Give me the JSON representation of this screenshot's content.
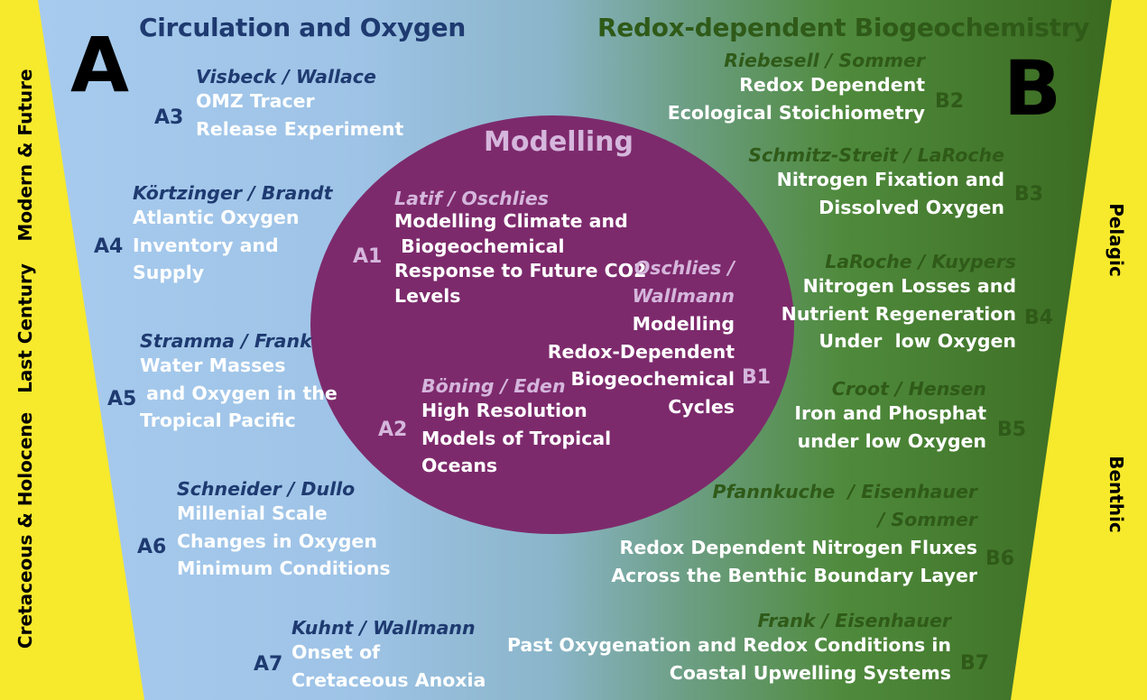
{
  "headers": {
    "left_title": "Circulation and Oxygen",
    "right_title": "Redox-dependent Biogeochemistry",
    "left_letter": "A",
    "right_letter": "B"
  },
  "left_axis": [
    "Modern & Future",
    "Last Century",
    "Cretaceous & Holocene"
  ],
  "right_axis": [
    "Pelagic",
    "Benthic"
  ],
  "modelling_title": "Modelling",
  "projects": {
    "A1": {
      "code": "A1",
      "authors": "Latif / Oschlies",
      "lines": [
        "Modelling Climate and",
        " Biogeochemical",
        "Response to Future CO2",
        "Levels"
      ]
    },
    "A2": {
      "code": "A2",
      "authors": "Böning / Eden",
      "lines": [
        "High Resolution",
        "Models of Tropical",
        "Oceans"
      ]
    },
    "A3": {
      "code": "A3",
      "authors": "Visbeck / Wallace",
      "lines": [
        "OMZ Tracer",
        "Release Experiment"
      ]
    },
    "A4": {
      "code": "A4",
      "authors": "Körtzinger / Brandt",
      "lines": [
        "Atlantic Oxygen",
        "Inventory and",
        "Supply"
      ]
    },
    "A5": {
      "code": "A5",
      "authors": "Stramma / Frank",
      "lines": [
        "Water Masses",
        " and Oxygen in the",
        "Tropical Pacific"
      ]
    },
    "A6": {
      "code": "A6",
      "authors": "Schneider / Dullo",
      "lines": [
        "Millenial Scale",
        "Changes in Oxygen",
        "Minimum Conditions"
      ]
    },
    "A7": {
      "code": "A7",
      "authors": "Kuhnt / Wallmann",
      "lines": [
        "Onset of",
        "Cretaceous Anoxia"
      ]
    },
    "B1": {
      "code": "B1",
      "authors": [
        "Oschlies /",
        "Wallmann"
      ],
      "lines": [
        "Modelling",
        "Redox-Dependent",
        "Biogeochemical",
        "Cycles"
      ]
    },
    "B2": {
      "code": "B2",
      "authors": "Riebesell / Sommer",
      "lines": [
        "Redox Dependent",
        "Ecological Stoichiometry"
      ]
    },
    "B3": {
      "code": "B3",
      "authors": "Schmitz-Streit / LaRoche",
      "lines": [
        "Nitrogen Fixation and",
        "Dissolved Oxygen"
      ]
    },
    "B4": {
      "code": "B4",
      "authors": "LaRoche / Kuypers",
      "lines": [
        "Nitrogen Losses and",
        "Nutrient Regeneration",
        "Under  low Oxygen"
      ]
    },
    "B5": {
      "code": "B5",
      "authors": "Croot / Hensen",
      "lines": [
        "Iron and Phosphat",
        "under low Oxygen"
      ]
    },
    "B6": {
      "code": "B6",
      "authors": [
        "Pfannkuche  / Eisenhauer",
        "/ Sommer"
      ],
      "lines": [
        "Redox Dependent Nitrogen Fluxes",
        "Across the Benthic Boundary Layer"
      ]
    },
    "B7": {
      "code": "B7",
      "authors": "Frank / Eisenhauer",
      "lines": [
        "Past Oxygenation and Redox Conditions in",
        "Coastal Upwelling Systems"
      ]
    }
  },
  "colors": {
    "yellow": "#f7e92c",
    "blue": "#a6c9ec",
    "green": "#3f6e26",
    "purple": "#7d2a6c",
    "dark_blue_text": "#1e3a70",
    "dark_green_text": "#2f5a18",
    "lavender_text": "#d5b6dc"
  }
}
